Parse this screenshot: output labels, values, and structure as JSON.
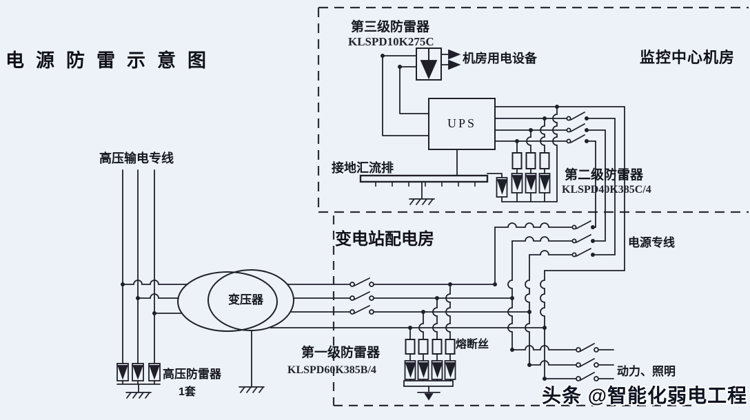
{
  "title": "电源防雷示意图",
  "rooms": {
    "monitoring": "监控中心机房",
    "substation": "变电站配电房"
  },
  "labels": {
    "spd3_name": "第三级防雷器",
    "spd3_model": "KLSPD10K275C",
    "room_equipment": "机房用电设备",
    "ups": "UPS",
    "ground_busbar": "接地汇流排",
    "spd2_name": "第二级防雷器",
    "spd2_model": "KLSPD40K385C/4",
    "power_line": "电源专线",
    "hv_line": "高压输电专线",
    "transformer": "变压器",
    "hv_arrester": "高压防雷器",
    "hv_arrester_qty": "1套",
    "spd1_name": "第一级防雷器",
    "spd1_model": "KLSPD60K385B/4",
    "fuse": "熔断丝",
    "power_lighting": "动力、照明"
  },
  "watermark": "头条 @智能化弱电工程",
  "colors": {
    "background": "#edf2f8",
    "line": "#1f1f2a",
    "dash": "#2b2b35",
    "text": "#15161f"
  }
}
